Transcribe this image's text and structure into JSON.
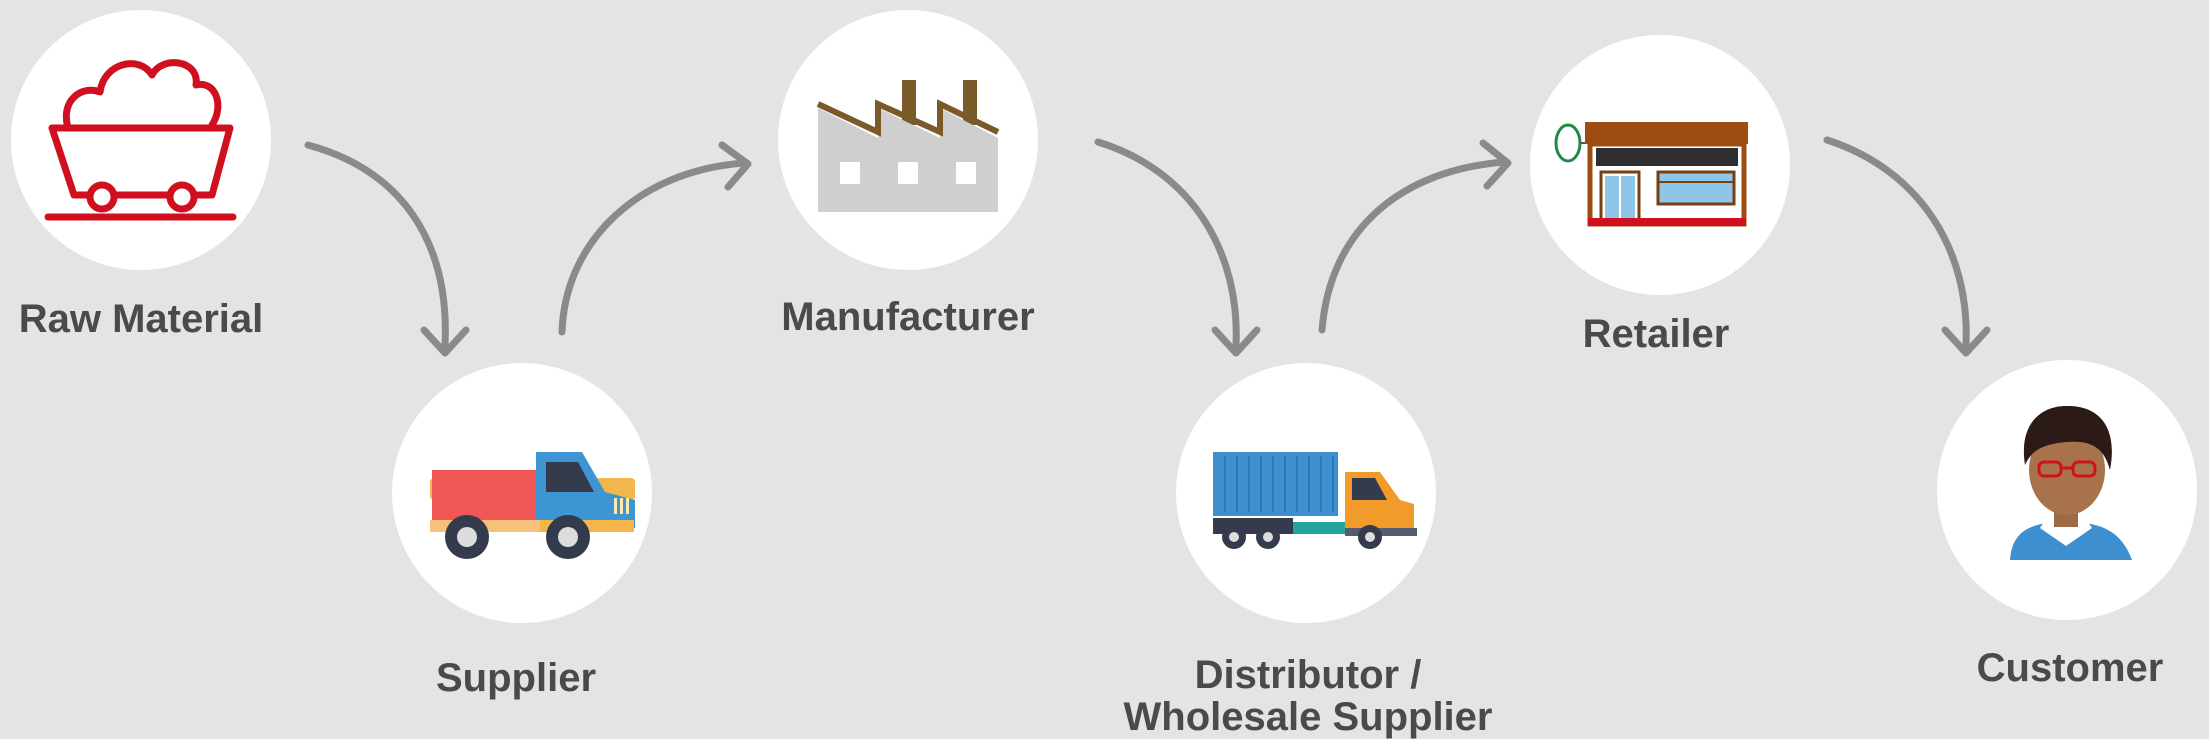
{
  "diagram": {
    "stages": [
      {
        "id": "raw-material",
        "label": "Raw Material",
        "icon": "mine-cart-icon"
      },
      {
        "id": "supplier",
        "label": "Supplier",
        "icon": "truck-icon"
      },
      {
        "id": "manufacturer",
        "label": "Manufacturer",
        "icon": "factory-icon"
      },
      {
        "id": "distributor",
        "label": "Distributor /",
        "label_line2": "Wholesale Supplier",
        "icon": "container-truck-icon"
      },
      {
        "id": "retailer",
        "label": "Retailer",
        "icon": "store-icon"
      },
      {
        "id": "customer",
        "label": "Customer",
        "icon": "person-icon"
      }
    ],
    "colors": {
      "background": "#e4e4e4",
      "circle": "#ffffff",
      "arrow": "#8a8a8a",
      "label": "#4a4a4a",
      "accent_red": "#d0101e"
    }
  }
}
